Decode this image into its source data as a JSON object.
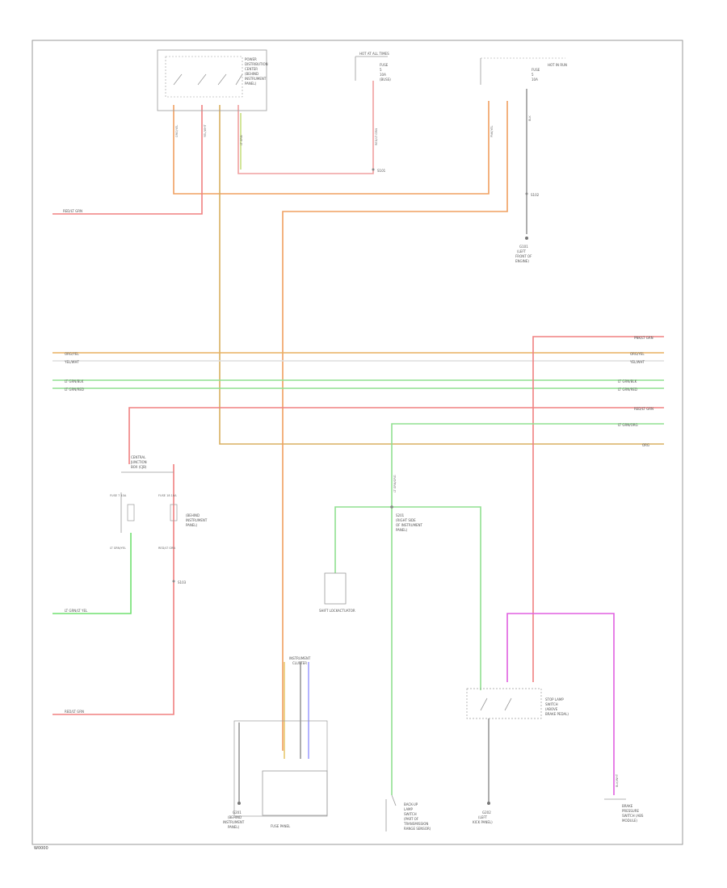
{
  "colors": {
    "frame": "#999999",
    "component": "#9a9a9a",
    "wire_red": "#f08080",
    "wire_orange": "#f0a060",
    "wire_yellow": "#e8c870",
    "wire_green": "#90e090",
    "wire_pink": "#e060e0",
    "wire_blue": "#a0a0ff",
    "wire_gray": "#999999",
    "wire_tan": "#d8b060"
  },
  "labels": {
    "relay_block_top": [
      "POWER",
      "DISTRIBUTION",
      "CENTER",
      "(BEHIND",
      "INSTRUMENT",
      "PANEL)"
    ],
    "fuse_top_mid": [
      "FUSE",
      "5",
      "10A",
      "(BUSS)"
    ],
    "fuse_top_mid_header": "HOT AT ALL TIMES",
    "fuse_top_right": [
      "FUSE",
      "5",
      "10A"
    ],
    "fuse_top_right_header": "HOT IN RUN",
    "ground_top_right": [
      "G101",
      "(LEFT",
      "FRONT OF",
      "ENGINE)"
    ],
    "splice_top_mid": "S101",
    "splice_top_right": "S102",
    "left_wire_1": "RED/LT GRN",
    "bus_left": [
      "ORG/YEL",
      "YEL/WHT",
      "LT GRN/BLK",
      "LT GRN/RED"
    ],
    "bus_right": [
      "ORG/YEL",
      "YEL/WHT",
      "LT GRN/BLK",
      "LT GRN/RED",
      "PNK/LT GRN",
      "RED/LT GRN",
      "LT GRN/ORG",
      "ORG"
    ],
    "relay_left": [
      "CENTRAL",
      "JUNCTION",
      "BOX (CJB)",
      "(BEHIND",
      "INSTRUMENT",
      "PANEL)"
    ],
    "relay_left_fuses": [
      "FUSE 7 10A",
      "FUSE 18 10A"
    ],
    "relay_left_wires": [
      "LT GRN/YEL",
      "RED/LT GRN"
    ],
    "splice_left": "S103",
    "left_wire_2": "LT GRN/LT YEL",
    "left_wire_3": "RED/LT GRN",
    "mid_splice": [
      "S201",
      "(RIGHT SIDE",
      "OF INSTRUMENT",
      "PANEL)"
    ],
    "mid_connector": [
      "SHIFT LOCK",
      "ACTUATOR"
    ],
    "bottom_mid_header": [
      "INSTRUMENT",
      "CLUSTER"
    ],
    "bottom_mid_box": "FUSE PANEL",
    "ground_bottom_left": [
      "G201",
      "(BEHIND",
      "INSTRUMENT",
      "PANEL)"
    ],
    "bottom_center": [
      "BACK-UP",
      "LAMP",
      "SWITCH",
      "(PART OF",
      "TRANSMISSION",
      "RANGE SENSOR)"
    ],
    "relay_right": [
      "STOP LAMP",
      "SWITCH",
      "(ABOVE",
      "BRAKE PEDAL)"
    ],
    "ground_bottom_right": [
      "G202",
      "(LEFT",
      "KICK PANEL)"
    ],
    "bottom_right": [
      "BRAKE",
      "PRESSURE",
      "SWITCH (ABS",
      "MODULE)"
    ],
    "wire_tags": [
      "ORG/YEL",
      "YEL/WHT",
      "LT GRN",
      "RED/LT GRN",
      "PNK/YEL",
      "BLK",
      "LT GRN/ORG",
      "BLK/WHT"
    ],
    "footer": "W0000"
  }
}
